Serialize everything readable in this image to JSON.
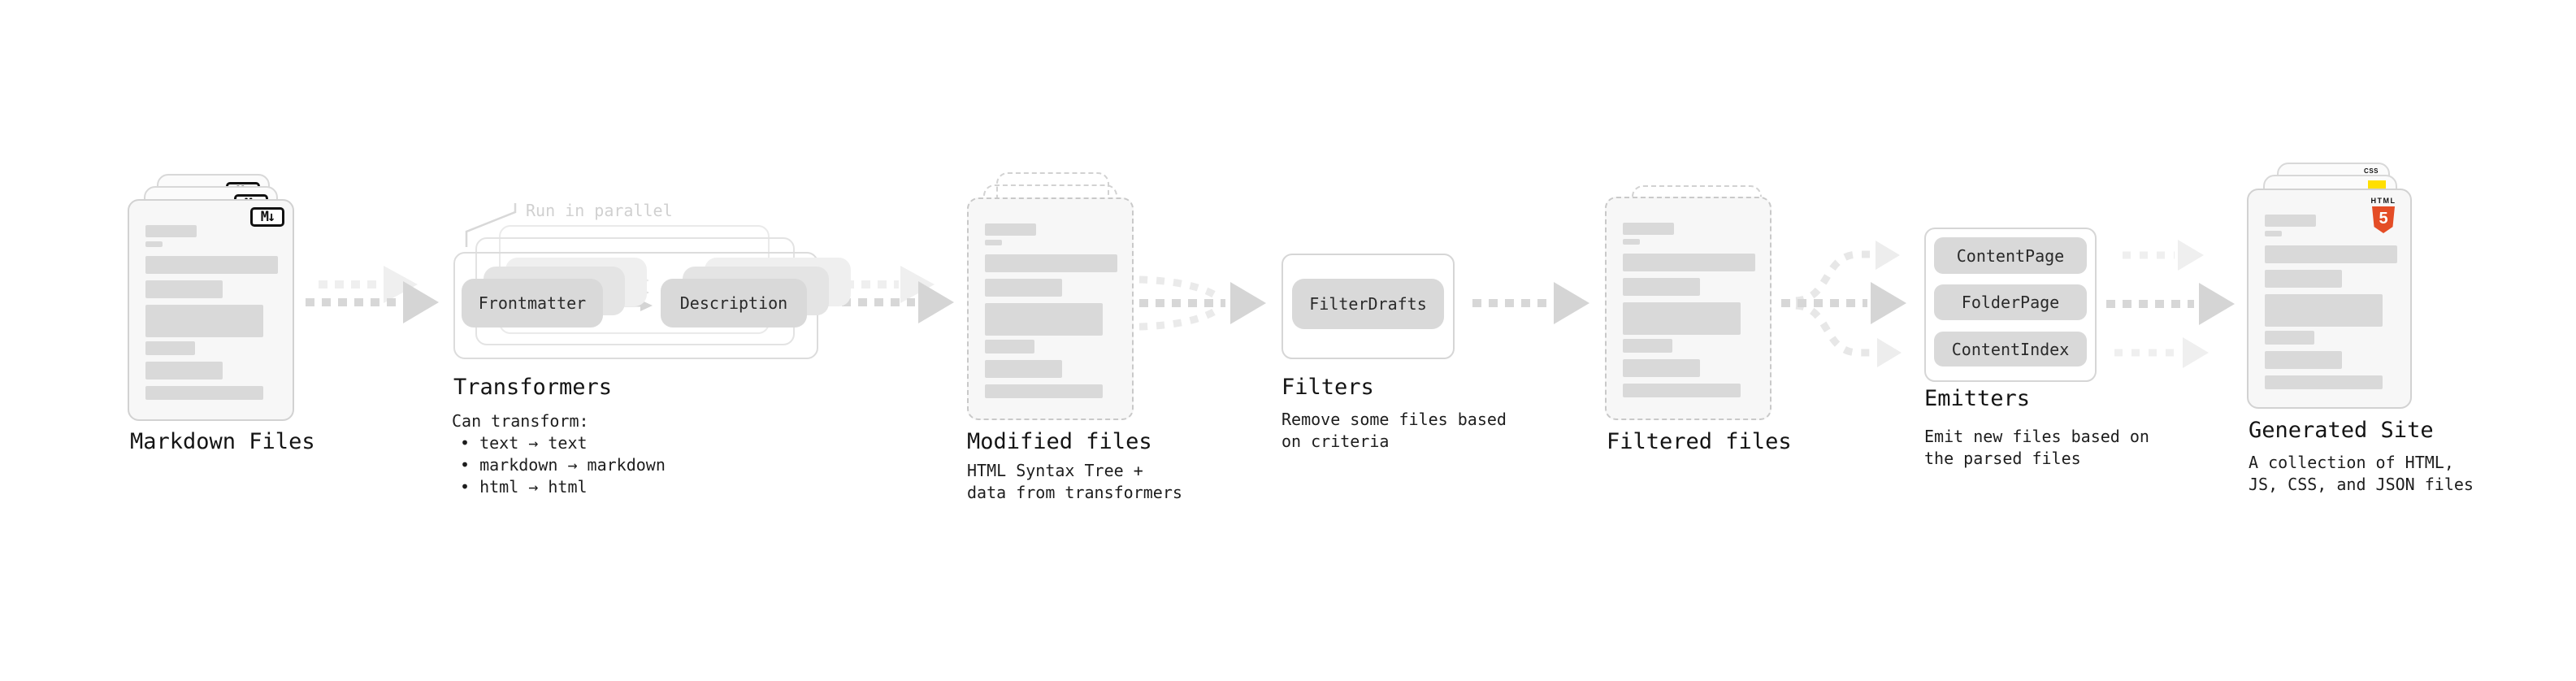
{
  "colors": {
    "background": "#ffffff",
    "card_fill": "#f7f7f7",
    "card_border": "#d2d2d2",
    "skeleton_bar": "#d9d9d9",
    "pill_fill": "#d9d9d9",
    "pill_text": "#2a2a2a",
    "title_text": "#141414",
    "muted_annotation": "#d0d0d0",
    "arrow_dark": "#d6d6d6",
    "arrow_light": "#efefef",
    "html5_orange": "#e44d26",
    "js_yellow": "#ffdf00",
    "css_blue": "#2c6bed"
  },
  "stages": {
    "markdown": {
      "title": "Markdown Files",
      "badge": "M↓"
    },
    "transformers": {
      "title": "Transformers",
      "annotation": "Run in parallel",
      "pills": [
        "Frontmatter",
        "Description"
      ],
      "caption": "Can transform:",
      "bullets": [
        "• text → text",
        "• markdown → markdown",
        "• html → html"
      ]
    },
    "modified": {
      "title": "Modified files",
      "caption": "HTML Syntax Tree +\ndata from transformers"
    },
    "filters": {
      "title": "Filters",
      "pill": "FilterDrafts",
      "caption": "Remove some files based\non criteria"
    },
    "filtered": {
      "title": "Filtered files"
    },
    "emitters": {
      "title": "Emitters",
      "pills": [
        "ContentPage",
        "FolderPage",
        "ContentIndex"
      ],
      "caption": "Emit new files based on\nthe parsed files"
    },
    "generated": {
      "title": "Generated Site",
      "caption": "A collection of HTML,\nJS, CSS, and JSON files",
      "badges": {
        "html5_label": "HTML",
        "html5_number": "5",
        "css_label": "CSS"
      }
    }
  }
}
